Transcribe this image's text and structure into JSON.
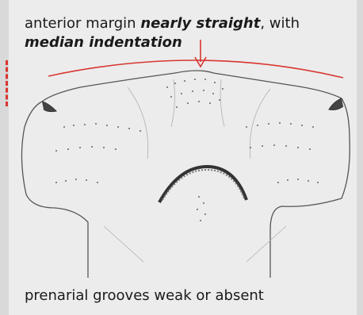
{
  "labels": {
    "top_part1": "anterior margin ",
    "top_bold1": "nearly straight",
    "top_part2": ", with ",
    "top_bold2": "median indentation",
    "bottom": "prenarial grooves weak or absent"
  },
  "colors": {
    "accent": "#d8362f",
    "outline": "#555555",
    "panel_bg": "#ececec",
    "side_bar": "#d9d9d9"
  },
  "icons": {
    "pointer": "down-arrow-icon"
  }
}
